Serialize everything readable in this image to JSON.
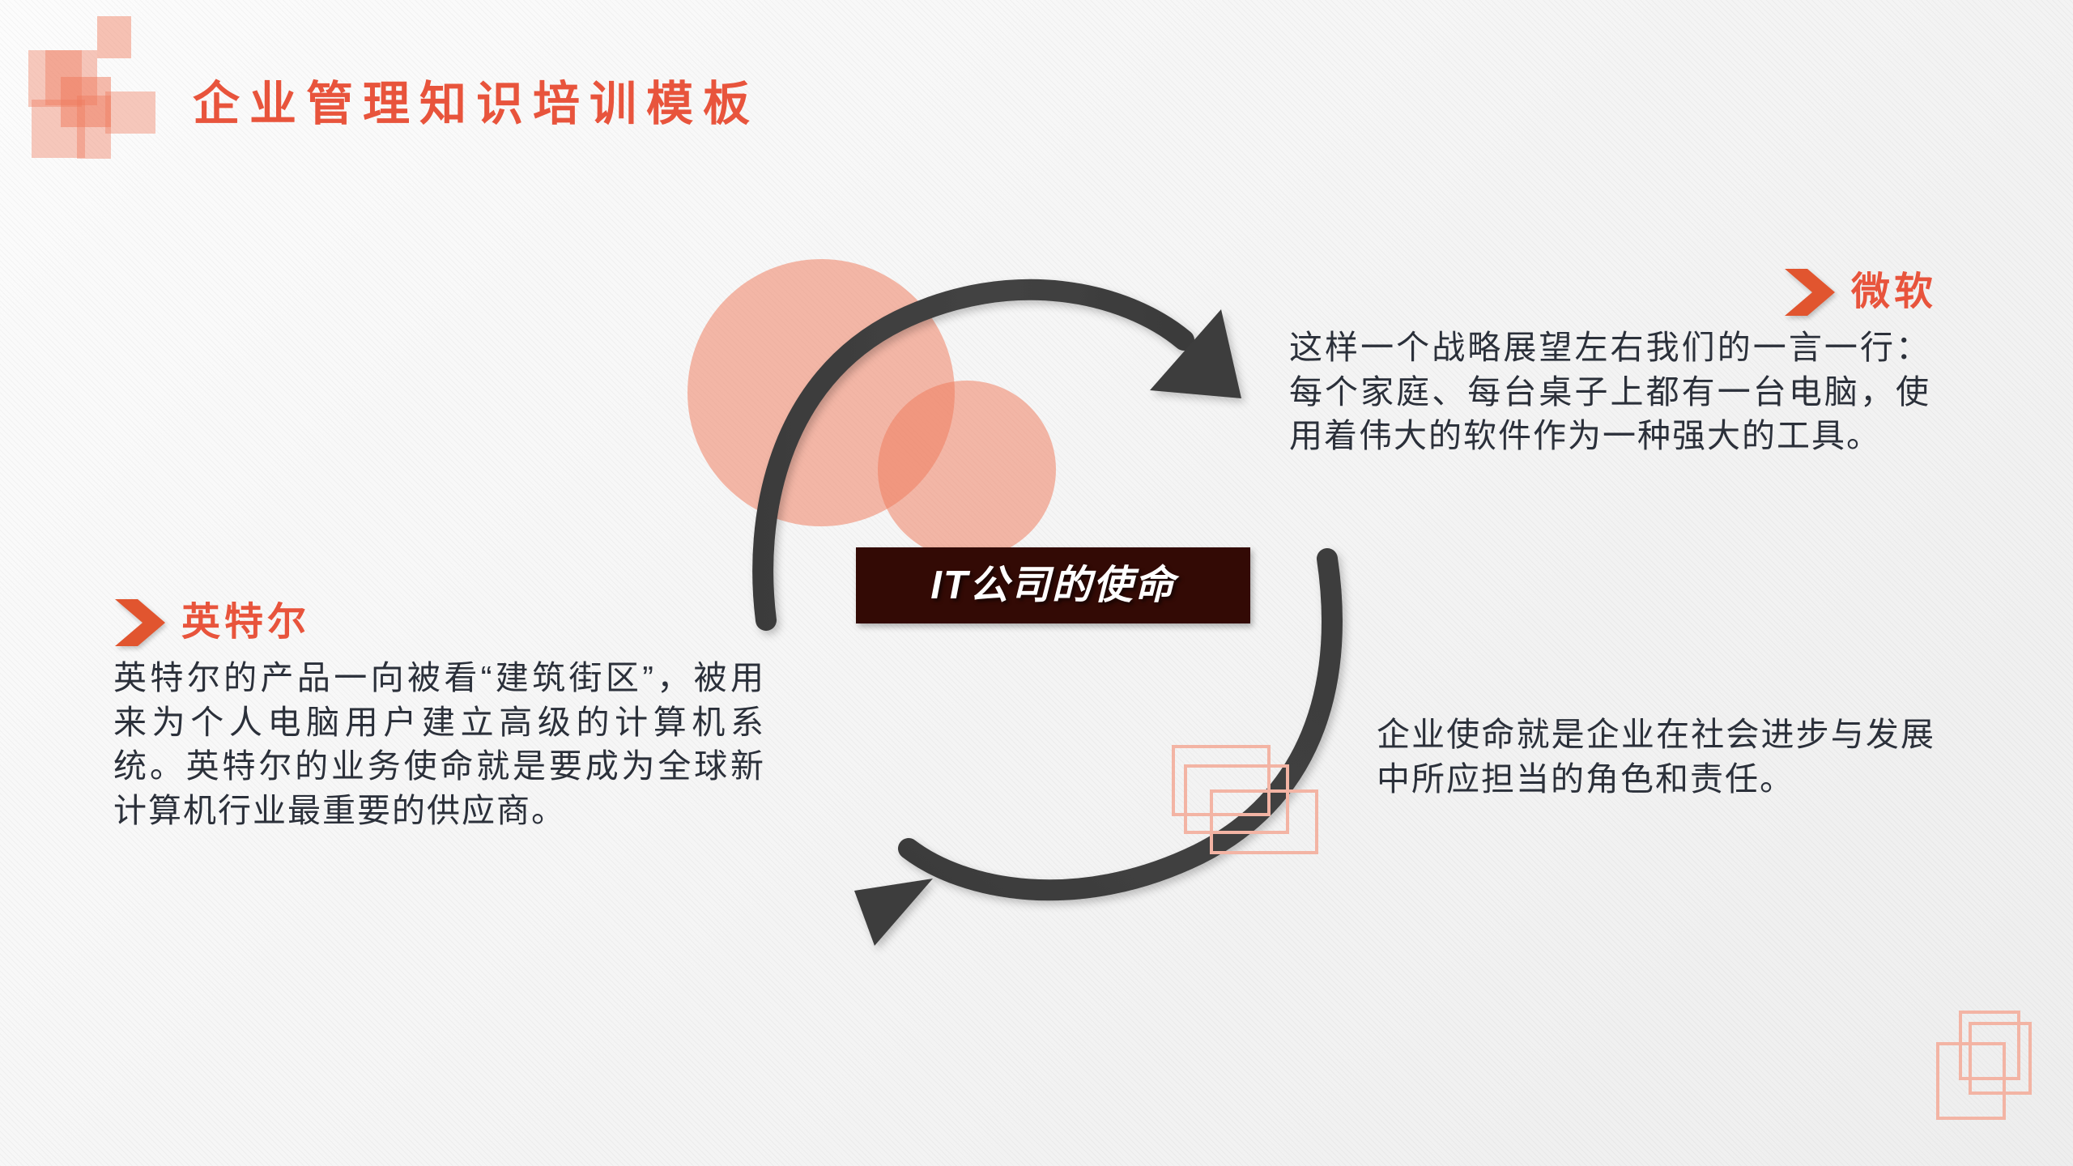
{
  "slide": {
    "title": "企业管理知识培训模板",
    "center_label": "IT公司的使命",
    "accent_color": "#e8543c",
    "chevron_color": "#e1552f",
    "blob_color": "#ef7a5c",
    "label_bg_color": "#330a05",
    "body_text_color": "#2b303a",
    "deco_outline_color": "#f3b4a4",
    "background_color": "#f7f7f7"
  },
  "blocks": {
    "intel": {
      "heading": "英特尔",
      "icon": "chevron-right-icon",
      "body": "英特尔的产品一向被看“建筑街区”，被用来为个人电脑用户建立高级的计算机系统。英特尔的业务使命就是要成为全球新计算机行业最重要的供应商。"
    },
    "microsoft": {
      "heading": "微软",
      "icon": "chevron-right-icon",
      "body": "这样一个战略展望左右我们的一言一行：每个家庭、每台桌子上都有一台电脑，使用着伟大的软件作为一种强大的工具。"
    },
    "enterprise": {
      "heading": "",
      "icon": "",
      "body": "企业使命就是企业在社会进步与发展中所应担当的角色和责任。"
    }
  }
}
